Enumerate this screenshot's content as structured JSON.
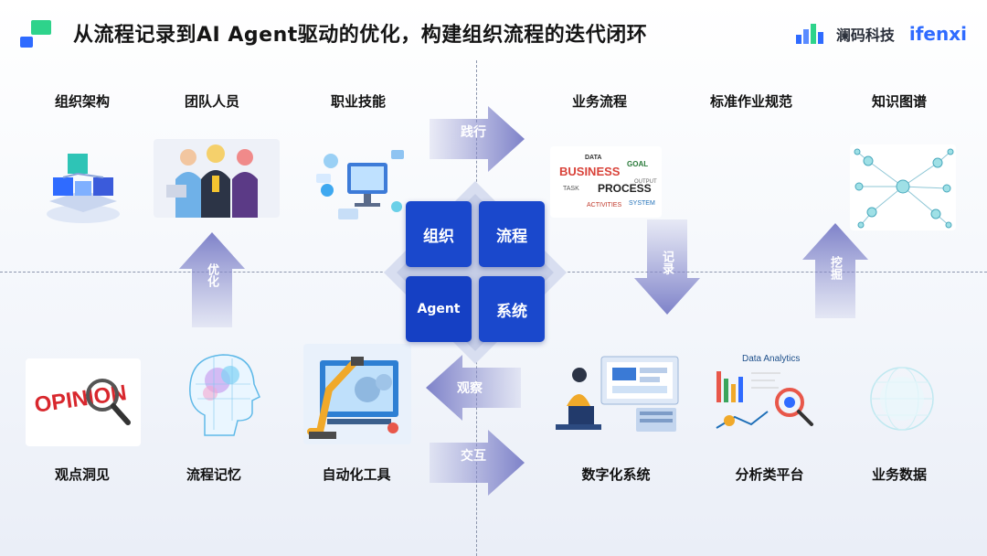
{
  "header": {
    "title": "从流程记录到AI Agent驱动的优化，构建组织流程的迭代闭环",
    "brand_cn": "澜码科技",
    "brand_en": "ifenxi"
  },
  "top_left": {
    "items": [
      {
        "label": "组织架构",
        "icon": "org-structure-icon"
      },
      {
        "label": "团队人员",
        "icon": "team-people-icon"
      },
      {
        "label": "职业技能",
        "icon": "skills-icon"
      }
    ]
  },
  "top_right": {
    "items": [
      {
        "label": "业务流程",
        "icon": "business-process-wordcloud-icon"
      },
      {
        "label": "标准作业规范",
        "icon": "sop-icon"
      },
      {
        "label": "知识图谱",
        "icon": "knowledge-graph-icon"
      }
    ]
  },
  "bottom_left": {
    "items": [
      {
        "label": "观点洞见",
        "icon": "opinion-magnifier-icon"
      },
      {
        "label": "流程记忆",
        "icon": "brain-head-icon"
      },
      {
        "label": "自动化工具",
        "icon": "robot-arm-icon"
      }
    ]
  },
  "bottom_right": {
    "items": [
      {
        "label": "数字化系统",
        "icon": "digital-system-icon"
      },
      {
        "label": "分析类平台",
        "icon": "analytics-platform-icon"
      },
      {
        "label": "业务数据",
        "icon": "business-data-icon"
      }
    ]
  },
  "arrows": {
    "practice": "践行",
    "record": "记录",
    "mine": "挖掘",
    "observe": "观察",
    "interact": "交互",
    "optimize": "优化"
  },
  "core": {
    "org": "组织",
    "process": "流程",
    "agent": "Agent",
    "system": "系统"
  },
  "analytics_image_text": "Data Analytics",
  "opinion_image_text": "OPINION",
  "wordcloud_words": [
    "DATA",
    "BUSINESS",
    "GOAL",
    "TASK",
    "PROCESS",
    "ACTIVITIES",
    "SYSTEM",
    "OUTPUT"
  ],
  "colors": {
    "accent_blue": "#1f4fd8",
    "core_dark": "#1540c4",
    "arrow_purple": "#8c8fce",
    "brand_blue": "#2f6bff",
    "logo_green": "#2ed38b"
  }
}
